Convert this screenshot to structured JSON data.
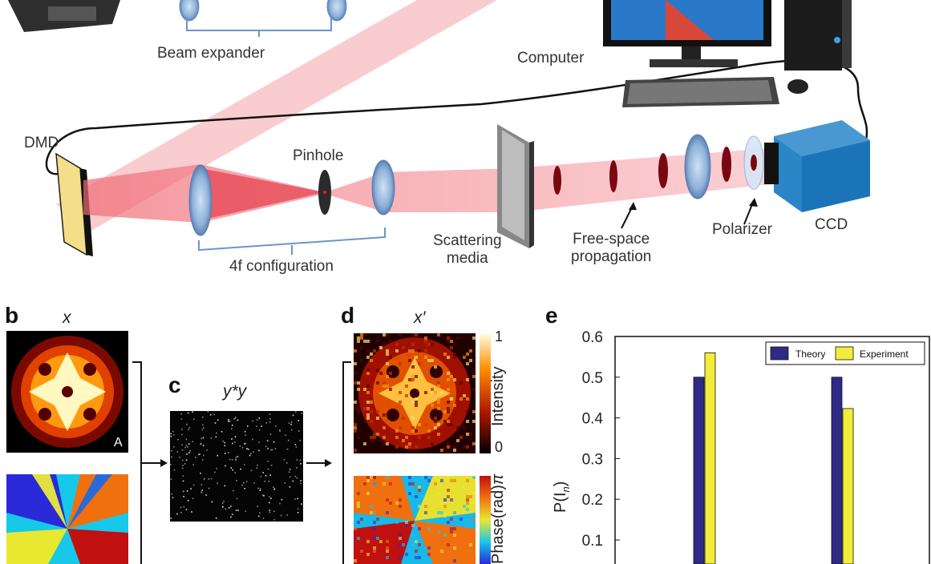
{
  "setup": {
    "beam_expander": "Beam expander",
    "computer": "Computer",
    "dmd": "DMD",
    "pinhole": "Pinhole",
    "four_f": "4f configuration",
    "scattering_line1": "Scattering",
    "scattering_line2": "media",
    "free_line1": "Free-space",
    "free_line2": "propagation",
    "polarizer": "Polarizer",
    "ccd": "CCD"
  },
  "panels": {
    "b": {
      "letter": "b",
      "var": "x",
      "corner": "A"
    },
    "c": {
      "letter": "c",
      "var": "y*y"
    },
    "d": {
      "letter": "d",
      "var": "x′",
      "cbar_top": "1",
      "cbar_bottom": "0",
      "cbar_label": "Intensity",
      "phase_label": "Phase(rad)",
      "phase_top": "π"
    },
    "e": {
      "letter": "e",
      "ylabel": "P(I",
      "ylabel_sub": "n",
      "ylabel_close": ")"
    }
  },
  "chart_data": {
    "type": "bar",
    "ylabel": "P(In)",
    "ylim": [
      0.05,
      0.6
    ],
    "yticks": [
      "0.6",
      "0.5",
      "0.4",
      "0.3",
      "0.2",
      "0.1"
    ],
    "series": [
      {
        "name": "Theory",
        "color": "#2e2a86",
        "values": [
          0.5,
          0.5
        ]
      },
      {
        "name": "Experiment",
        "color": "#f2ec3a",
        "values": [
          0.56,
          0.423
        ]
      }
    ],
    "legend_position": "top-right"
  }
}
